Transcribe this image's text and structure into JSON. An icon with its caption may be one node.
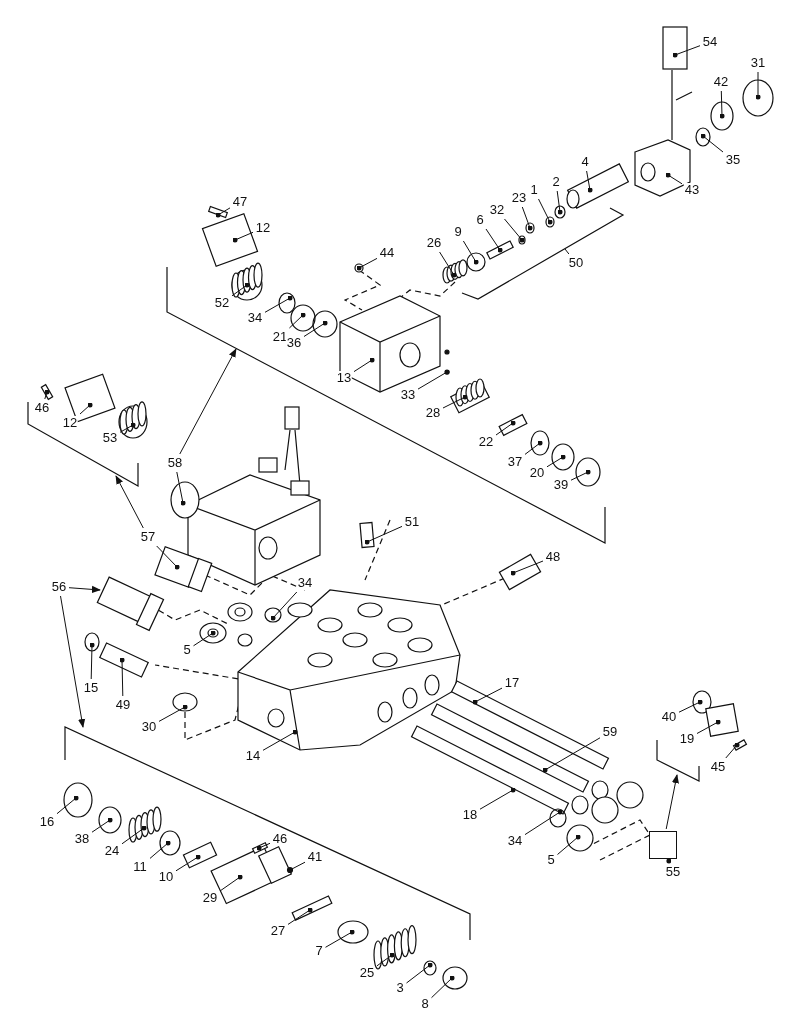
{
  "diagram": {
    "nodes": [
      {
        "text": [
          "54"
        ]
      },
      {
        "text": [
          "31"
        ]
      },
      {
        "text": [
          "42"
        ]
      },
      {
        "text": [
          "4"
        ]
      },
      {
        "text": [
          "35"
        ]
      },
      {
        "text": [
          "2"
        ]
      },
      {
        "text": [
          "43"
        ]
      },
      {
        "text": [
          "1"
        ]
      },
      {
        "text": [
          "23"
        ]
      },
      {
        "text": [
          "47"
        ]
      },
      {
        "text": [
          "32"
        ]
      },
      {
        "text": [
          "6"
        ]
      },
      {
        "text": [
          "12"
        ]
      },
      {
        "text": [
          "9"
        ]
      },
      {
        "text": [
          "26"
        ]
      },
      {
        "text": [
          "44"
        ]
      },
      {
        "text": [
          "50"
        ]
      },
      {
        "text": [
          "52"
        ]
      },
      {
        "text": [
          "34"
        ]
      },
      {
        "text": [
          "21"
        ]
      },
      {
        "text": [
          "36"
        ]
      },
      {
        "text": [
          "13"
        ]
      },
      {
        "text": [
          "33"
        ]
      },
      {
        "text": [
          "46"
        ]
      },
      {
        "text": [
          "28"
        ]
      },
      {
        "text": [
          "12"
        ]
      },
      {
        "text": [
          "22"
        ]
      },
      {
        "text": [
          "53"
        ]
      },
      {
        "text": [
          "37"
        ]
      },
      {
        "text": [
          "58"
        ]
      },
      {
        "text": [
          "20"
        ]
      },
      {
        "text": [
          "39"
        ]
      },
      {
        "text": [
          "51"
        ]
      },
      {
        "text": [
          "57"
        ]
      },
      {
        "text": [
          "48"
        ]
      },
      {
        "text": [
          "34"
        ]
      },
      {
        "text": [
          "56"
        ]
      },
      {
        "text": [
          "5"
        ]
      },
      {
        "text": [
          "17"
        ]
      },
      {
        "text": [
          "15"
        ]
      },
      {
        "text": [
          "49"
        ]
      },
      {
        "text": [
          "40"
        ]
      },
      {
        "text": [
          "30"
        ]
      },
      {
        "text": [
          "59"
        ]
      },
      {
        "text": [
          "19"
        ]
      },
      {
        "text": [
          "14"
        ]
      },
      {
        "text": [
          "45"
        ]
      },
      {
        "text": [
          "18"
        ]
      },
      {
        "text": [
          "16"
        ]
      },
      {
        "text": [
          "38"
        ]
      },
      {
        "text": [
          "46"
        ]
      },
      {
        "text": [
          "34"
        ]
      },
      {
        "text": [
          "24"
        ]
      },
      {
        "text": [
          "5"
        ]
      },
      {
        "text": [
          "41"
        ]
      },
      {
        "text": [
          "11"
        ]
      },
      {
        "text": [
          "55"
        ]
      },
      {
        "text": [
          "10"
        ]
      },
      {
        "text": [
          "29"
        ]
      },
      {
        "text": [
          "27"
        ]
      },
      {
        "text": [
          "7"
        ]
      },
      {
        "text": [
          "25"
        ]
      },
      {
        "text": [
          "3"
        ]
      },
      {
        "text": [
          "8"
        ]
      },
      {
        "text": [],
        "shape": "box"
      }
    ],
    "edges": [
      {
        "from": 0,
        "to": null,
        "arrow": "other"
      },
      {
        "from": 1,
        "to": null,
        "arrow": "other"
      },
      {
        "from": 2,
        "to": null,
        "arrow": "other"
      },
      {
        "from": 3,
        "to": null,
        "arrow": "other"
      },
      {
        "from": 4,
        "to": null,
        "arrow": "other"
      },
      {
        "from": 5,
        "to": null,
        "arrow": "other"
      },
      {
        "from": 6,
        "to": null,
        "arrow": "other"
      },
      {
        "from": 7,
        "to": null,
        "arrow": "other"
      },
      {
        "from": 8,
        "to": null,
        "arrow": "other"
      },
      {
        "from": 9,
        "to": null,
        "arrow": "other"
      },
      {
        "from": 10,
        "to": null,
        "arrow": "other"
      },
      {
        "from": 11,
        "to": null,
        "arrow": "other"
      },
      {
        "from": 12,
        "to": null,
        "arrow": "other"
      },
      {
        "from": 13,
        "to": null,
        "arrow": "other"
      },
      {
        "from": 14,
        "to": null,
        "arrow": "other"
      },
      {
        "from": 15,
        "to": null,
        "arrow": "other"
      },
      {
        "from": 16,
        "to": null,
        "arrow": "none"
      },
      {
        "from": 17,
        "to": null,
        "arrow": "other"
      },
      {
        "from": 18,
        "to": null,
        "arrow": "other"
      },
      {
        "from": 19,
        "to": null,
        "arrow": "other"
      },
      {
        "from": 20,
        "to": null,
        "arrow": "other"
      },
      {
        "from": 21,
        "to": null,
        "arrow": "other"
      },
      {
        "from": 22,
        "to": null,
        "arrow": "other"
      },
      {
        "from": 23,
        "to": null,
        "arrow": "other"
      },
      {
        "from": 24,
        "to": null,
        "arrow": "other"
      },
      {
        "from": 25,
        "to": null,
        "arrow": "other"
      },
      {
        "from": 26,
        "to": null,
        "arrow": "other"
      },
      {
        "from": 27,
        "to": null,
        "arrow": "other"
      },
      {
        "from": 28,
        "to": null,
        "arrow": "other"
      },
      {
        "from": 29,
        "to": null,
        "arrow": "other"
      },
      {
        "from": 29,
        "to": null,
        "arrow": "to"
      },
      {
        "from": 30,
        "to": null,
        "arrow": "other"
      },
      {
        "from": 31,
        "to": null,
        "arrow": "other"
      },
      {
        "from": 32,
        "to": null,
        "arrow": "other"
      },
      {
        "from": 33,
        "to": null,
        "arrow": "other"
      },
      {
        "from": 33,
        "to": null,
        "arrow": "to"
      },
      {
        "from": 34,
        "to": null,
        "arrow": "other"
      },
      {
        "from": 35,
        "to": null,
        "arrow": "other"
      },
      {
        "from": 36,
        "to": null,
        "arrow": "to"
      },
      {
        "from": 36,
        "to": null,
        "arrow": "to"
      },
      {
        "from": 37,
        "to": null,
        "arrow": "other"
      },
      {
        "from": 38,
        "to": null,
        "arrow": "other"
      },
      {
        "from": 39,
        "to": null,
        "arrow": "other"
      },
      {
        "from": 40,
        "to": null,
        "arrow": "other"
      },
      {
        "from": 41,
        "to": null,
        "arrow": "other"
      },
      {
        "from": 42,
        "to": null,
        "arrow": "other"
      },
      {
        "from": 43,
        "to": null,
        "arrow": "other"
      },
      {
        "from": 44,
        "to": null,
        "arrow": "other"
      },
      {
        "from": 45,
        "to": null,
        "arrow": "other"
      },
      {
        "from": 46,
        "to": null,
        "arrow": "other"
      },
      {
        "from": 47,
        "to": null,
        "arrow": "other"
      },
      {
        "from": 48,
        "to": null,
        "arrow": "other"
      },
      {
        "from": 49,
        "to": null,
        "arrow": "other"
      },
      {
        "from": 50,
        "to": null,
        "arrow": "other"
      },
      {
        "from": 51,
        "to": null,
        "arrow": "other"
      },
      {
        "from": 52,
        "to": null,
        "arrow": "other"
      },
      {
        "from": 53,
        "to": null,
        "arrow": "other"
      },
      {
        "from": 54,
        "to": null,
        "arrow": "other"
      },
      {
        "from": 55,
        "to": null,
        "arrow": "other"
      },
      {
        "from": 56,
        "to": 64,
        "arrow": "other"
      },
      {
        "from": 64,
        "to": null,
        "arrow": "to"
      },
      {
        "from": 57,
        "to": null,
        "arrow": "other"
      },
      {
        "from": 58,
        "to": null,
        "arrow": "other"
      },
      {
        "from": 59,
        "to": null,
        "arrow": "other"
      },
      {
        "from": 60,
        "to": null,
        "arrow": "other"
      },
      {
        "from": 61,
        "to": null,
        "arrow": "other"
      },
      {
        "from": 62,
        "to": null,
        "arrow": "other"
      },
      {
        "from": 63,
        "to": null,
        "arrow": "other"
      }
    ]
  }
}
